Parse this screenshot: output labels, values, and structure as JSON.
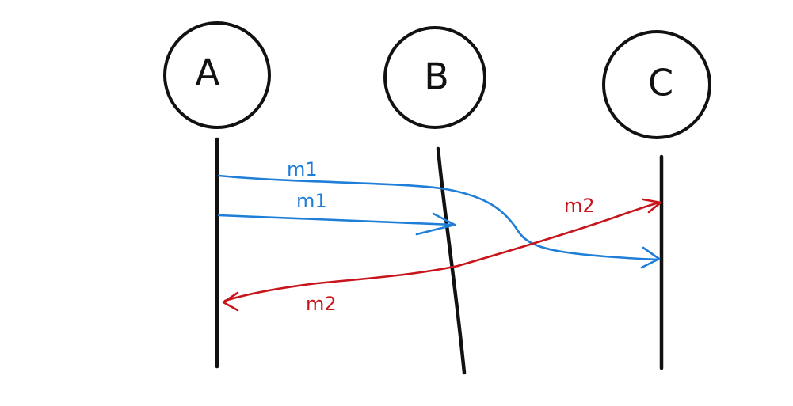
{
  "colors": {
    "ink": "#111111",
    "blue": "#1f7ed8",
    "red": "#c8141b"
  },
  "nodes": [
    {
      "id": "a",
      "label": "A"
    },
    {
      "id": "b",
      "label": "B"
    },
    {
      "id": "c",
      "label": "C"
    }
  ],
  "messages": [
    {
      "id": "m1-to-c",
      "label": "m1",
      "from": "A",
      "to": "C",
      "color": "blue"
    },
    {
      "id": "m1-to-b",
      "label": "m1",
      "from": "A",
      "to": "B",
      "color": "blue"
    },
    {
      "id": "m2-to-c",
      "label": "m2",
      "from": "B",
      "to": "C",
      "color": "red"
    },
    {
      "id": "m2-to-a",
      "label": "m2",
      "from": "B",
      "to": "A",
      "color": "red"
    }
  ]
}
